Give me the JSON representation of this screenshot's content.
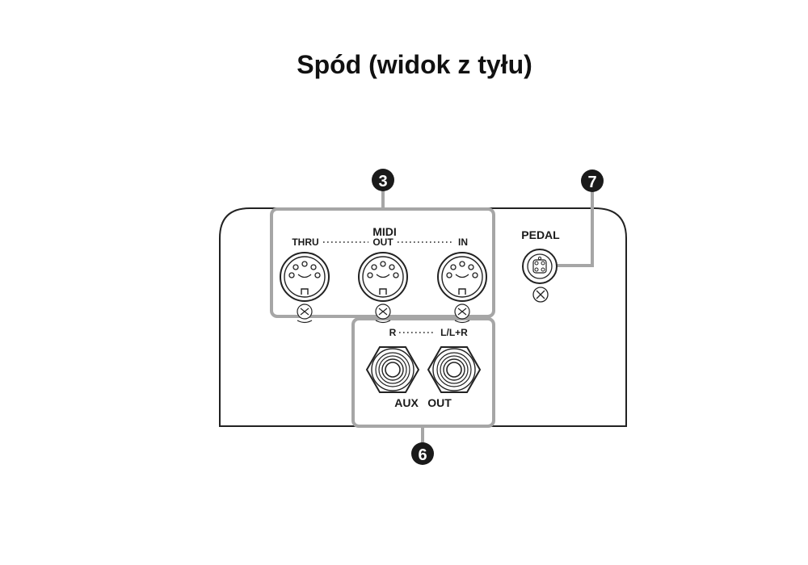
{
  "title": "Spód (widok z tyłu)",
  "callouts": {
    "midi": "3",
    "aux": "6",
    "pedal": "7"
  },
  "midi": {
    "heading": "MIDI",
    "thru": "THRU",
    "out": "OUT",
    "in": "IN"
  },
  "pedal": {
    "label": "PEDAL"
  },
  "aux": {
    "right": "R",
    "left": "L/L+R",
    "label_aux": "AUX",
    "label_out": "OUT"
  },
  "colors": {
    "panel_stroke": "#222222",
    "highlight_box": "#a6a6a6",
    "callout_fill": "#1a1a1a",
    "connector_fill": "#ffffff"
  }
}
